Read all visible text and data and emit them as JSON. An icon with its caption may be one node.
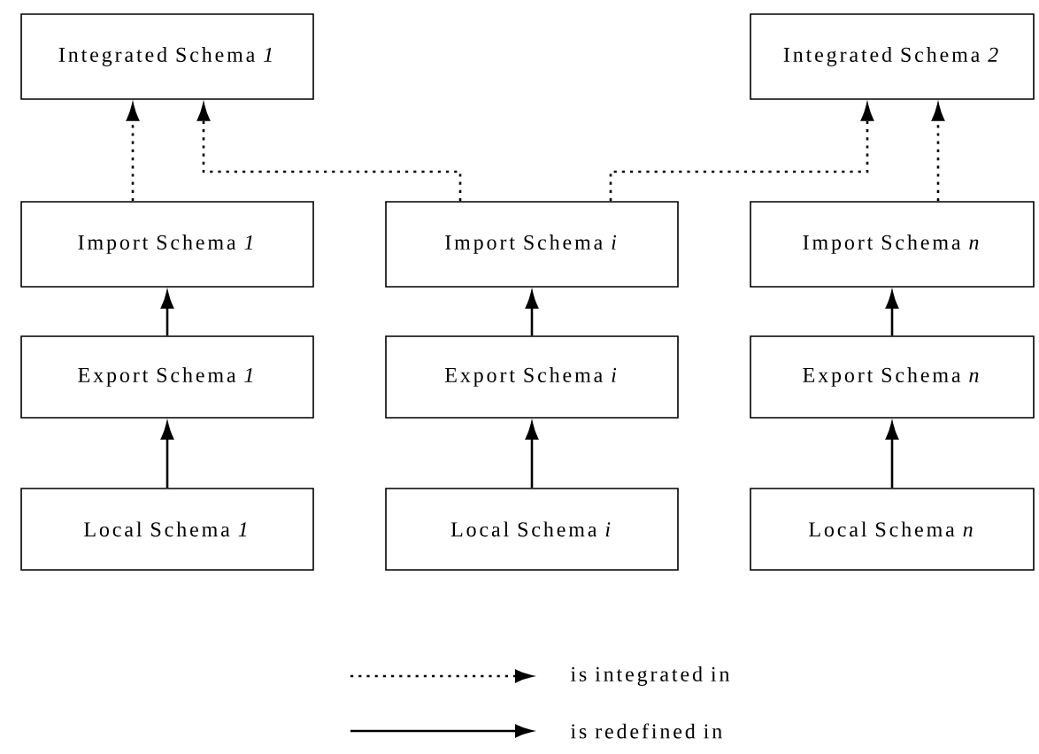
{
  "diagram": {
    "nodes": [
      {
        "text": [
          "Integrated Schema *1*"
        ]
      },
      {
        "text": [
          "Integrated Schema *2*"
        ]
      },
      {
        "text": [
          "Import Schema *1*"
        ]
      },
      {
        "text": [
          "Import Schema *i*"
        ]
      },
      {
        "text": [
          "Import Schema *n*"
        ]
      },
      {
        "text": [
          "Export Schema *1*"
        ]
      },
      {
        "text": [
          "Export Schema *i*"
        ]
      },
      {
        "text": [
          "Export Schema *n*"
        ]
      },
      {
        "text": [
          "Local Schema *1*"
        ]
      },
      {
        "text": [
          "Local Schema *i*"
        ]
      },
      {
        "text": [
          "Local Schema *n*"
        ]
      }
    ],
    "edges": [
      {
        "from": 2,
        "to": 0,
        "arrow": "to",
        "style": "dashed"
      },
      {
        "from": 3,
        "to": 0,
        "arrow": "to",
        "style": "dashed"
      },
      {
        "from": 3,
        "to": 1,
        "arrow": "to",
        "style": "dashed"
      },
      {
        "from": 4,
        "to": 1,
        "arrow": "to",
        "style": "dashed"
      },
      {
        "from": 5,
        "to": 2,
        "arrow": "to"
      },
      {
        "from": 6,
        "to": 3,
        "arrow": "to"
      },
      {
        "from": 7,
        "to": 4,
        "arrow": "to"
      },
      {
        "from": 8,
        "to": 5,
        "arrow": "to"
      },
      {
        "from": 9,
        "to": 6,
        "arrow": "to"
      },
      {
        "from": 10,
        "to": 7,
        "arrow": "to"
      }
    ],
    "legend": [
      {
        "text": "is integrated in"
      },
      {
        "text": "is redefined in"
      }
    ]
  }
}
